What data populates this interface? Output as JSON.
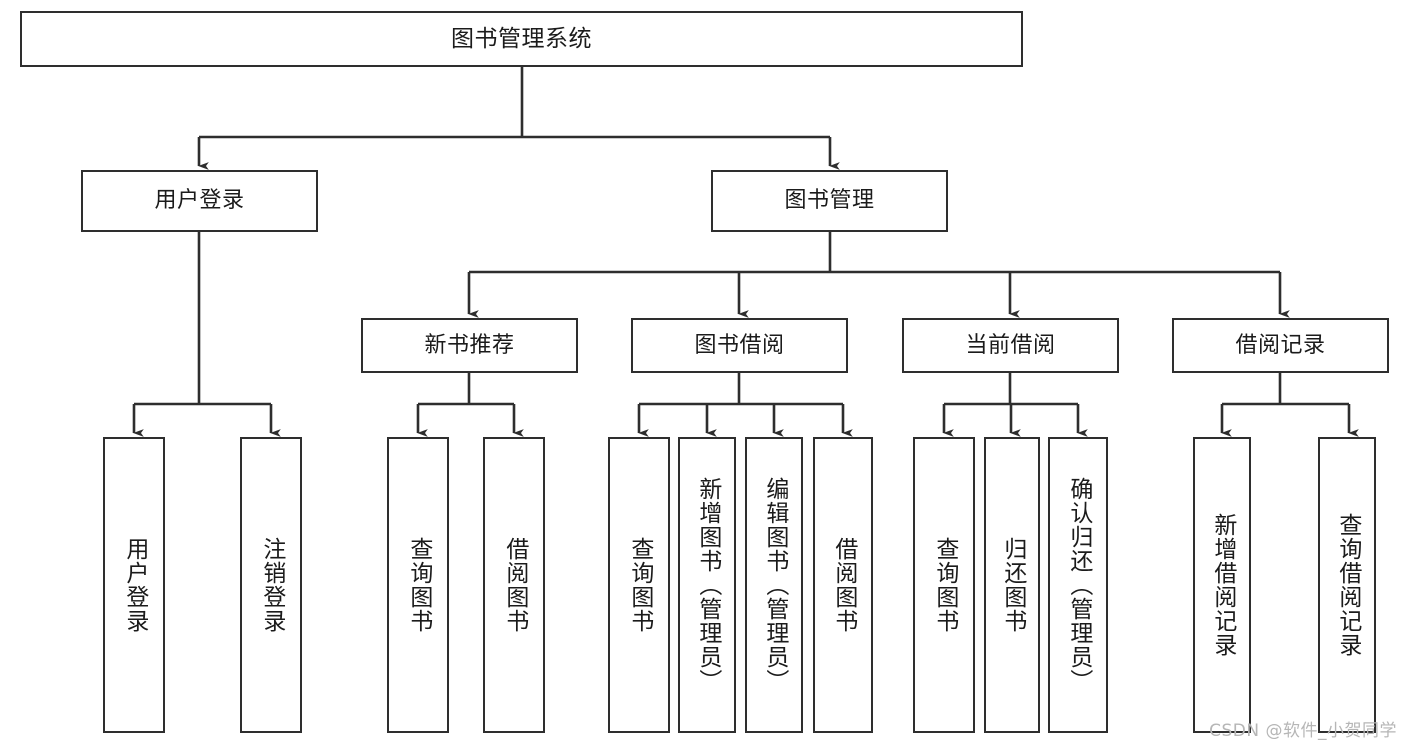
{
  "diagram": {
    "type": "tree-hierarchy",
    "title": "图书管理系统",
    "watermark": "CSDN @软件_小贺同学",
    "colors": {
      "box_border": "#2e2e2e",
      "box_fill": "#ffffff",
      "connector": "#2e2e2e",
      "text": "#1b1b1b",
      "watermark": "#b6b6b6",
      "background": "#ffffff"
    },
    "nodes": {
      "root": {
        "id": "root",
        "label": "图书管理系统",
        "level": 1,
        "orientation": "horizontal"
      },
      "l2": [
        {
          "id": "user-login",
          "label": "用户登录",
          "level": 2,
          "orientation": "horizontal"
        },
        {
          "id": "book-manage",
          "label": "图书管理",
          "level": 2,
          "orientation": "horizontal"
        }
      ],
      "l3": [
        {
          "id": "new-book-recommend",
          "label": "新书推荐",
          "level": 3,
          "orientation": "horizontal",
          "parent": "book-manage"
        },
        {
          "id": "book-borrow",
          "label": "图书借阅",
          "level": 3,
          "orientation": "horizontal",
          "parent": "book-manage"
        },
        {
          "id": "current-borrow",
          "label": "当前借阅",
          "level": 3,
          "orientation": "horizontal",
          "parent": "book-manage"
        },
        {
          "id": "borrow-record",
          "label": "借阅记录",
          "level": 3,
          "orientation": "horizontal",
          "parent": "book-manage"
        }
      ],
      "leaves": [
        {
          "id": "leaf-user-login",
          "label": "用户登录",
          "parent": "user-login",
          "orientation": "vertical"
        },
        {
          "id": "leaf-user-logout",
          "label": "注销登录",
          "parent": "user-login",
          "orientation": "vertical"
        },
        {
          "id": "leaf-query-book-1",
          "label": "查询图书",
          "parent": "new-book-recommend",
          "orientation": "vertical"
        },
        {
          "id": "leaf-borrow-book-1",
          "label": "借阅图书",
          "parent": "new-book-recommend",
          "orientation": "vertical"
        },
        {
          "id": "leaf-query-book-2",
          "label": "查询图书",
          "parent": "book-borrow",
          "orientation": "vertical"
        },
        {
          "id": "leaf-add-book",
          "label": "新增图书（管理员）",
          "parent": "book-borrow",
          "orientation": "vertical"
        },
        {
          "id": "leaf-edit-book",
          "label": "编辑图书（管理员）",
          "parent": "book-borrow",
          "orientation": "vertical"
        },
        {
          "id": "leaf-borrow-book-2",
          "label": "借阅图书",
          "parent": "book-borrow",
          "orientation": "vertical"
        },
        {
          "id": "leaf-query-book-3",
          "label": "查询图书",
          "parent": "current-borrow",
          "orientation": "vertical"
        },
        {
          "id": "leaf-return-book",
          "label": "归还图书",
          "parent": "current-borrow",
          "orientation": "vertical"
        },
        {
          "id": "leaf-confirm-return",
          "label": "确认归还（管理员）",
          "parent": "current-borrow",
          "orientation": "vertical"
        },
        {
          "id": "leaf-add-record",
          "label": "新增借阅记录",
          "parent": "borrow-record",
          "orientation": "vertical"
        },
        {
          "id": "leaf-query-record",
          "label": "查询借阅记录",
          "parent": "borrow-record",
          "orientation": "vertical"
        }
      ]
    }
  }
}
